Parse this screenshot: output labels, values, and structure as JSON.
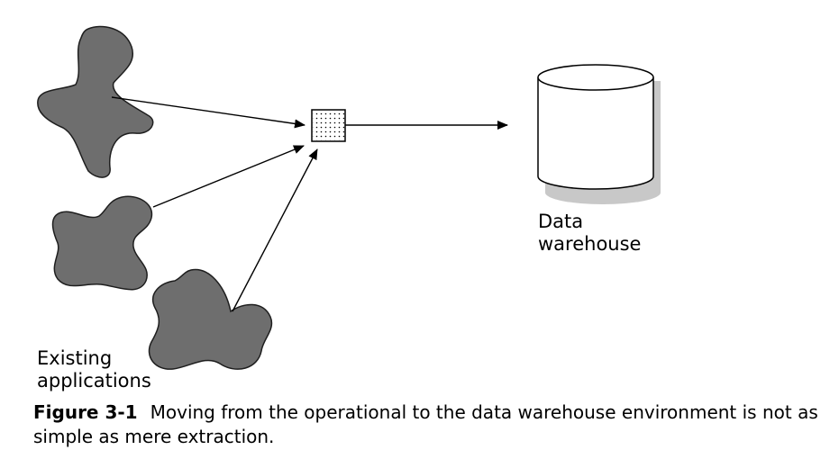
{
  "diagram": {
    "warehouse_label": {
      "line1": "Data",
      "line2": "warehouse"
    },
    "apps_label": {
      "line1": "Existing",
      "line2": "applications"
    },
    "colors": {
      "blob_fill": "#6e6e6e",
      "stroke": "#000000",
      "shadow": "#c8c8c8",
      "transform_fill": "#ffffff"
    },
    "icons": {
      "applications": "irregular-blob-shapes",
      "transform": "dotted-square",
      "warehouse": "cylinder"
    }
  },
  "caption": {
    "number": "Figure 3-1",
    "text": "Moving from the operational to the data warehouse environment is not as simple as mere extraction."
  }
}
